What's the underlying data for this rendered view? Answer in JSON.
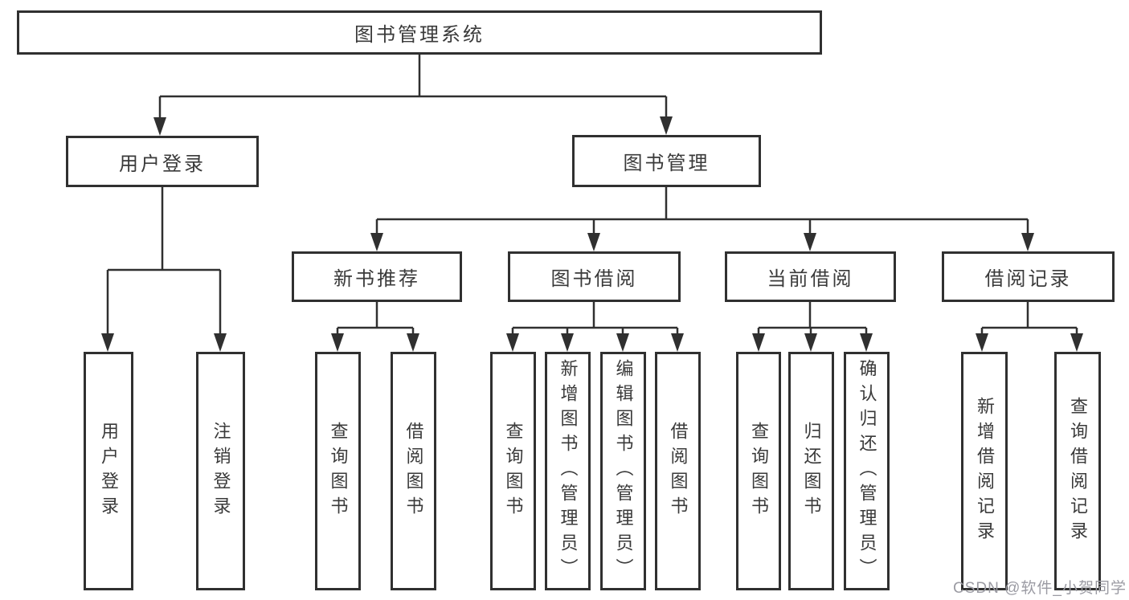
{
  "tree": {
    "root": "图书管理系统",
    "children": [
      {
        "label": "用户登录",
        "children": [
          "用户登录",
          "注销登录"
        ]
      },
      {
        "label": "图书管理",
        "children": [
          {
            "label": "新书推荐",
            "children": [
              "查询图书",
              "借阅图书"
            ]
          },
          {
            "label": "图书借阅",
            "children": [
              "查询图书",
              "新增图书（管理员）",
              "编辑图书（管理员）",
              "借阅图书"
            ]
          },
          {
            "label": "当前借阅",
            "children": [
              "查询图书",
              "归还图书",
              "确认归还（管理员）"
            ]
          },
          {
            "label": "借阅记录",
            "children": [
              "新增借阅记录",
              "查询借阅记录"
            ]
          }
        ]
      }
    ]
  },
  "watermark": "CSDN @软件_小贺同学",
  "colors": {
    "line": "#303030",
    "box_border": "#303030",
    "box_fill": "#ffffff",
    "text": "#3a3a3a",
    "watermark": "#9b9ba3",
    "background": "#ffffff"
  }
}
